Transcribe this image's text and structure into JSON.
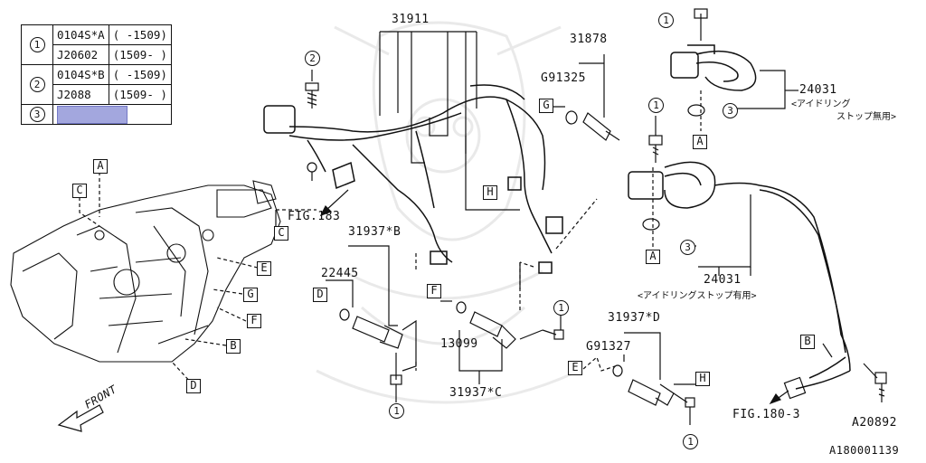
{
  "legend": {
    "rows": [
      {
        "marker": "1",
        "parts": [
          {
            "part": "0104S*A",
            "range": "( -1509)"
          },
          {
            "part": "J20602",
            "range": "(1509- )"
          }
        ]
      },
      {
        "marker": "2",
        "parts": [
          {
            "part": "0104S*B",
            "range": "( -1509)"
          },
          {
            "part": "J2088",
            "range": "(1509- )"
          }
        ]
      },
      {
        "marker": "3",
        "parts": []
      }
    ]
  },
  "parts": {
    "p31911": "31911",
    "p31878": "31878",
    "pG91325": "G91325",
    "p24031_top": "24031",
    "p24031_top_note1": "<アイドリング",
    "p24031_top_note2": "ストップ無用>",
    "p24031_mid": "24031",
    "p24031_mid_note": "<アイドリングストップ有用>",
    "p31937B": "31937*B",
    "p22445": "22445",
    "p13099": "13099",
    "p31937C": "31937*C",
    "p31937D": "31937*D",
    "pG91327": "G91327",
    "pA20892": "A20892"
  },
  "refs": {
    "fig183": "FIG.183",
    "fig180": "FIG.180-3",
    "front": "FRONT",
    "diagram_id": "A180001139"
  },
  "letters": {
    "A": "A",
    "B": "B",
    "C": "C",
    "D": "D",
    "E": "E",
    "F": "F",
    "G": "G",
    "H": "H"
  },
  "markers": {
    "m1": "1",
    "m2": "2",
    "m3": "3"
  }
}
